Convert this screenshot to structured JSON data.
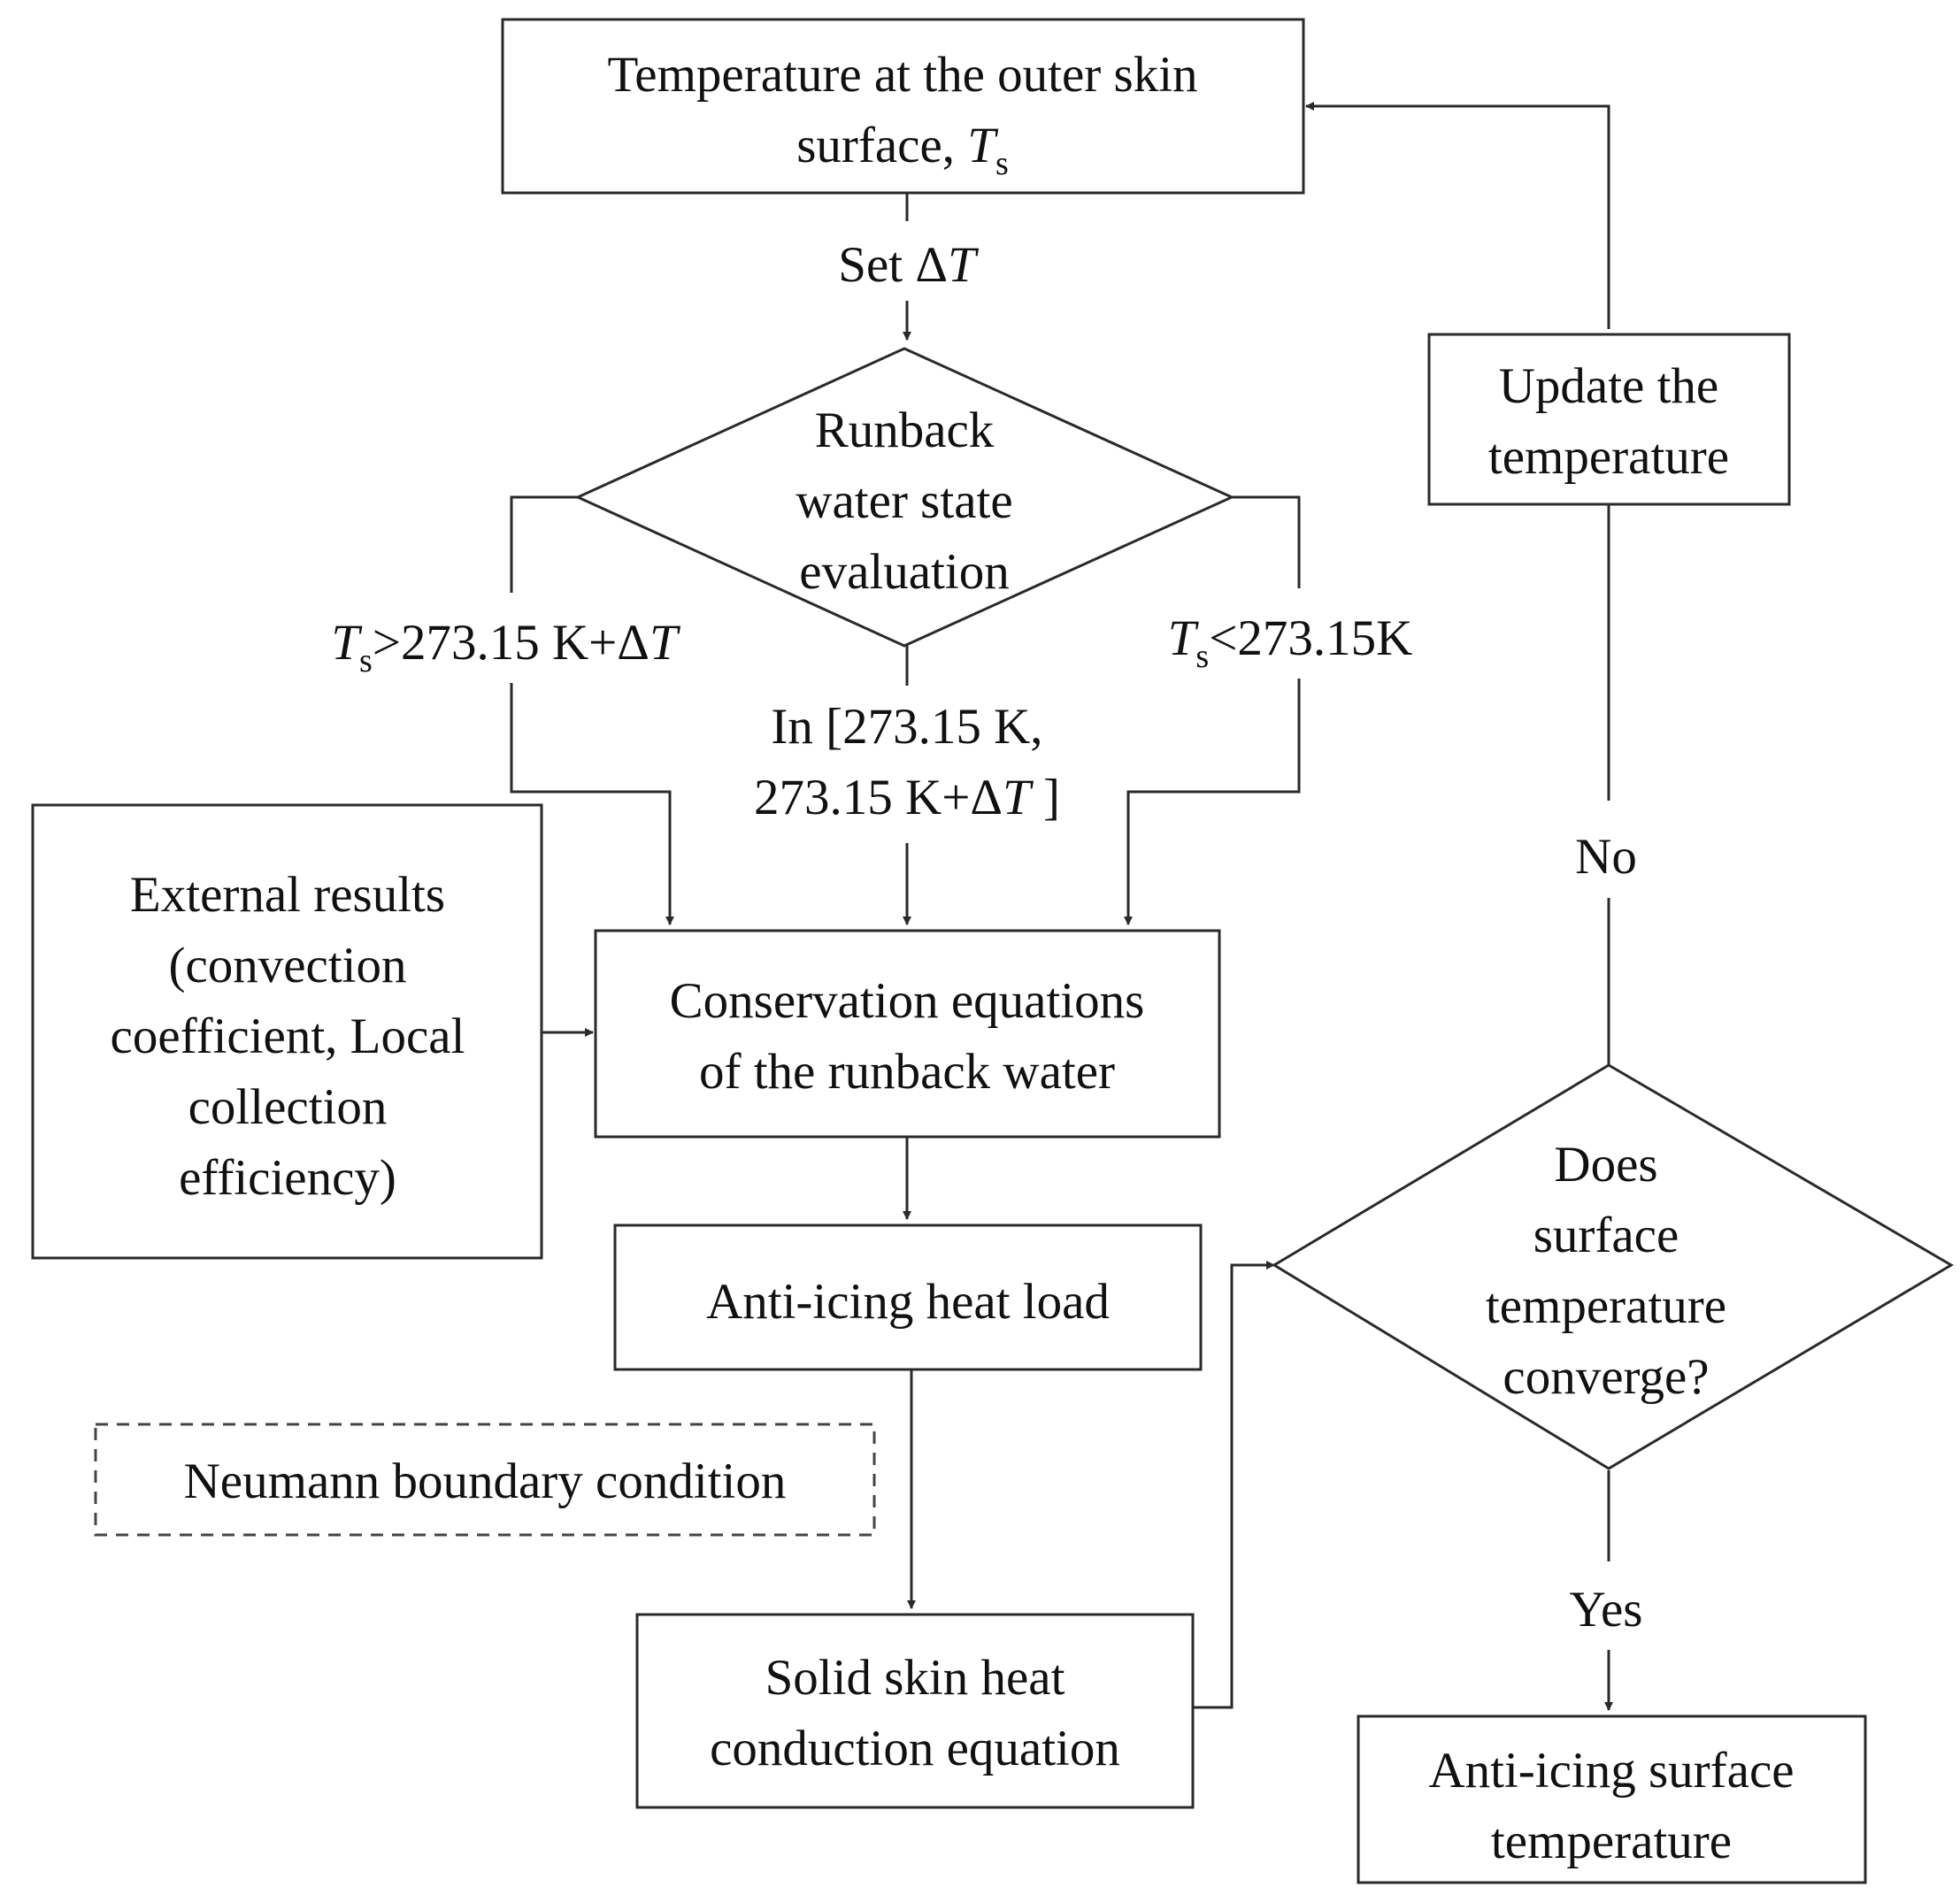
{
  "nodes": {
    "outer_skin_temp": {
      "line1": "Temperature at the outer skin",
      "line2_text": "surface, ",
      "line2_sym": "T",
      "line2_sub": "s"
    },
    "set_delta_t": {
      "text": "Set Δ",
      "sym": "T"
    },
    "runback_decision": {
      "line1": "Runback",
      "line2": "water state",
      "line3": "evaluation"
    },
    "branch_above": {
      "sym": "T",
      "sub": "s",
      "text": ">273.15 K+Δ",
      "sym2": "T"
    },
    "branch_between": {
      "line1": "In [273.15 K,",
      "line2_text": "273.15 K+Δ",
      "line2_sym": "T",
      "line2_close": " ]"
    },
    "branch_below": {
      "sym": "T",
      "sub": "s",
      "text": "<273.15K"
    },
    "external_results": {
      "line1": "External results",
      "line2": "(convection",
      "line3": "coefficient, Local",
      "line4": "collection",
      "line5": "efficiency)"
    },
    "conservation_equations": {
      "line1": "Conservation equations",
      "line2": "of the runback water"
    },
    "anti_icing_heat_load": {
      "text": "Anti-icing heat load"
    },
    "neumann_condition": {
      "text": "Neumann boundary condition"
    },
    "solid_skin_conduction": {
      "line1": "Solid skin heat",
      "line2": "conduction equation"
    },
    "update_temperature": {
      "line1": "Update the",
      "line2": "temperature"
    },
    "converge_decision": {
      "line1": "Does",
      "line2": "surface",
      "line3": "temperature",
      "line4": "converge?"
    },
    "label_no": {
      "text": "No"
    },
    "label_yes": {
      "text": "Yes"
    },
    "anti_icing_surface_temp": {
      "line1": "Anti-icing surface",
      "line2": "temperature"
    }
  }
}
